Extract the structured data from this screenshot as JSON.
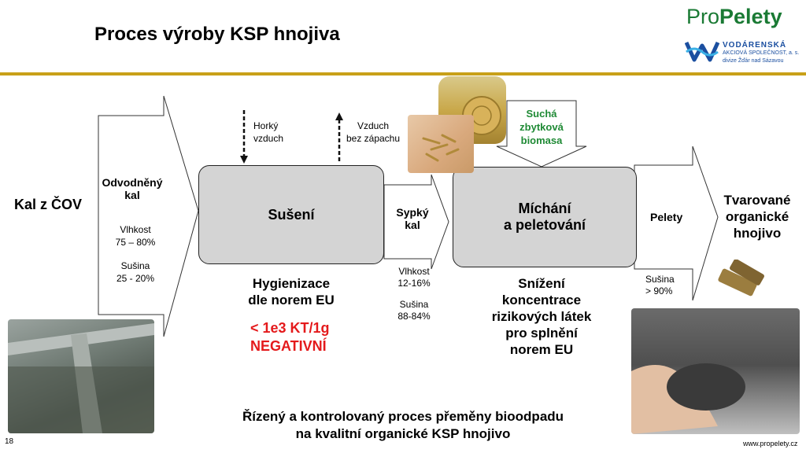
{
  "slide": {
    "title": "Proces výroby KSP hnojiva",
    "page_number": "18",
    "website": "www.propelety.cz"
  },
  "logos": {
    "propelety_part1": "Pro",
    "propelety_part2": "Pelety",
    "vodarenska_name": "VODÁRENSKÁ",
    "vodarenska_sub": "AKCIOVÁ SPOLEČNOST, a. s.",
    "vodarenska_division": "divize Žďár nad Sázavou"
  },
  "diagram": {
    "input_label": "Kal z ČOV",
    "stage1": {
      "label_line1": "Odvodněný",
      "label_line2": "kal",
      "moisture_label": "Vlhkost",
      "moisture_value": "75 – 80%",
      "dry_label": "Sušina",
      "dry_value": "25 - 20%"
    },
    "hot_air_line1": "Horký",
    "hot_air_line2": "vzduch",
    "clean_air_line1": "Vzduch",
    "clean_air_line2": "bez zápachu",
    "drying_box": "Sušení",
    "hygienization_line1": "Hygienizace",
    "hygienization_line2": "dle norem EU",
    "result_line1": "< 1e3 KT/1g",
    "result_line2": "NEGATIVNÍ",
    "stage2": {
      "label_line1": "Sypký",
      "label_line2": "kal",
      "moisture_label": "Vlhkost",
      "moisture_value": "12-16%",
      "dry_label": "Sušina",
      "dry_value": "88-84%"
    },
    "biomass_line1": "Suchá",
    "biomass_line2": "zbytková",
    "biomass_line3": "biomasa",
    "mixing_line1": "Míchání",
    "mixing_line2": "a peletování",
    "reduction_line1": "Snížení",
    "reduction_line2": "koncentrace",
    "reduction_line3": "rizikových látek",
    "reduction_line4": "pro splnění",
    "reduction_line5": "norem EU",
    "stage3": {
      "label": "Pelety",
      "dry_label": "Sušina",
      "dry_value": "> 90%"
    },
    "output_line1": "Tvarované",
    "output_line2": "organické",
    "output_line3": "hnojivo"
  },
  "footer": {
    "line1": "Řízený a kontrolovaný proces přeměny bioodpadu",
    "line2": "na kvalitní organické KSP hnojivo"
  },
  "colors": {
    "accent_gold": "#c8a018",
    "logo_green": "#1a7a34",
    "logo_blue": "#1b4fa0",
    "result_red": "#e41a1c",
    "biomass_green": "#1f8a35",
    "box_gray": "#d4d4d4"
  }
}
